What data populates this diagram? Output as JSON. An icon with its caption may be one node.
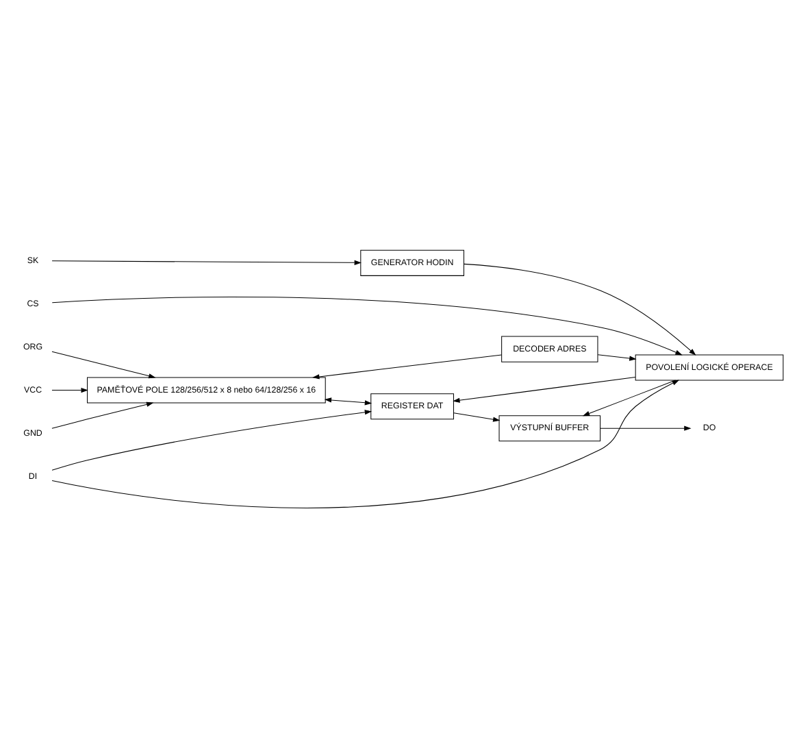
{
  "diagram": {
    "nodes": [
      {
        "text": [
          "VCC"
        ]
      },
      {
        "text": [
          "GND"
        ]
      },
      {
        "text": [
          "PAMĚŤOVÉ POLE 128/256/512 x 8 nebo 64/128/256 x 16"
        ]
      },
      {
        "text": [
          "ORG"
        ]
      },
      {
        "text": [
          "DECODER ADRES"
        ]
      },
      {
        "text": [
          "REGISTER DAT"
        ]
      },
      {
        "text": [
          "DI"
        ]
      },
      {
        "text": [
          "VÝSTUPNÍ BUFFER"
        ]
      },
      {
        "text": [
          "POVOLENÍ LOGICKÉ OPERACE"
        ]
      },
      {
        "text": [
          "CS"
        ]
      },
      {
        "text": [
          "SK"
        ]
      },
      {
        "text": [
          "GENERATOR HODIN"
        ]
      },
      {
        "text": [
          "DO"
        ]
      }
    ],
    "edges": [
      {
        "from": 0,
        "to": 2,
        "arrow": "to"
      },
      {
        "from": 1,
        "to": 2,
        "arrow": "to"
      },
      {
        "from": 3,
        "to": 2,
        "arrow": "to"
      },
      {
        "from": 4,
        "to": 2,
        "arrow": "to"
      },
      {
        "from": 2,
        "to": 5,
        "arrow": "both"
      },
      {
        "from": 6,
        "to": 5,
        "arrow": "to"
      },
      {
        "from": 6,
        "to": 8,
        "arrow": "to"
      },
      {
        "from": 5,
        "to": 7,
        "arrow": "to"
      },
      {
        "from": 4,
        "to": 8,
        "arrow": "to"
      },
      {
        "from": 8,
        "to": 5,
        "arrow": "to"
      },
      {
        "from": 9,
        "to": 8,
        "arrow": "to"
      },
      {
        "from": 8,
        "to": 7,
        "arrow": "to"
      },
      {
        "from": 11,
        "to": 8,
        "arrow": "to"
      },
      {
        "from": 10,
        "to": 11,
        "arrow": "to"
      },
      {
        "from": 7,
        "to": 12,
        "arrow": "to"
      }
    ]
  }
}
